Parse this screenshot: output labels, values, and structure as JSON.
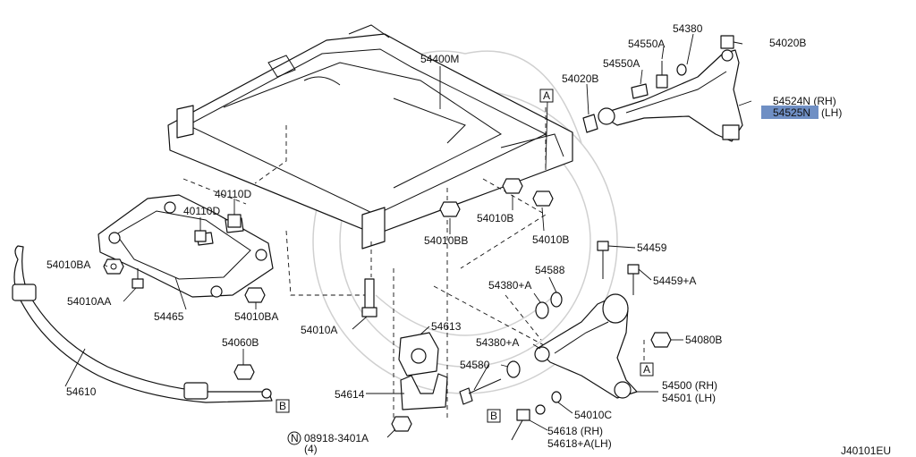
{
  "diagram_id": "J40101EU",
  "highlight_color": "#6f8fc4",
  "labels": {
    "p54400M": "54400M",
    "p54380": "54380",
    "p54550A_1": "54550A",
    "p54550A_2": "54550A",
    "p54020B_1": "54020B",
    "p54020B_2": "54020B",
    "p54524N": "54524N (RH)",
    "p54525N_num": "54525N",
    "p54525N_side": "(LH)",
    "p40110D_1": "40110D",
    "p40110D_2": "40110D",
    "p54010B_1": "54010B",
    "p54010B_2": "54010B",
    "p54010BB": "54010BB",
    "p54010BA_1": "54010BA",
    "p54010BA_2": "54010BA",
    "p54010AA": "54010AA",
    "p54465": "54465",
    "p54010A": "54010A",
    "p54459": "54459",
    "p54459A": "54459+A",
    "p54588": "54588",
    "p54380A_1": "54380+A",
    "p54380A_2": "54380+A",
    "p54613": "54613",
    "p54080B": "54080B",
    "p54060B": "54060B",
    "p54580": "54580",
    "p54610": "54610",
    "p54614": "54614",
    "p54500": "54500 (RH)",
    "p54501": "54501 (LH)",
    "p54010C": "54010C",
    "p54618": "54618 (RH)",
    "p54618A": "54618+A(LH)",
    "p08918": "08918-3401A",
    "p08918_qty": "(4)",
    "n_symbol": "N"
  },
  "refs": {
    "a1": "A",
    "a2": "A",
    "b1": "B",
    "b2": "B"
  }
}
